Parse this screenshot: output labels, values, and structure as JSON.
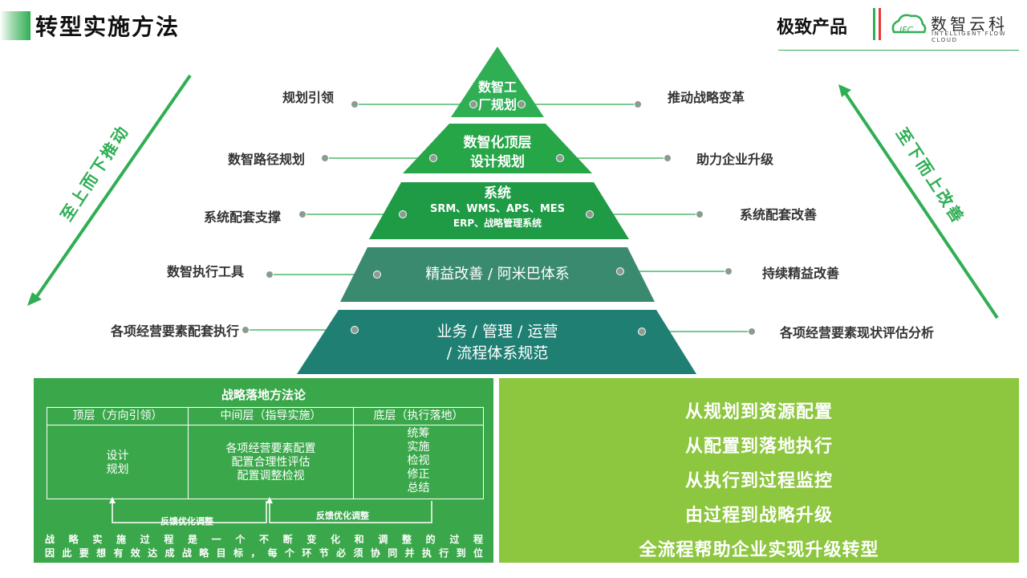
{
  "header": {
    "title": "转型实施方法",
    "product_label": "极致产品",
    "brand_name": "数智云科",
    "brand_sub": "INTELLIGENT FLOW CLOUD",
    "logo_text": "IFC"
  },
  "colors": {
    "accent": "#2fae54",
    "tier1": "#2fae54",
    "tier2": "#27a648",
    "tier3": "#1f9a45",
    "tier4": "#3a8a6f",
    "tier5": "#1f7f73",
    "panel_left": "#3aa84a",
    "panel_right": "#8dc63f"
  },
  "pyramid": {
    "tiers": [
      {
        "lines": [
          "数智工",
          "厂规划"
        ],
        "left_label": "规划引领",
        "right_label": "推动战略变革"
      },
      {
        "lines": [
          "数智化顶层",
          "设计规划"
        ],
        "left_label": "数智路径规划",
        "right_label": "助力企业升级"
      },
      {
        "lines": [
          "系统",
          "SRM、WMS、APS、MES",
          "ERP、战略管理系统"
        ],
        "left_label": "系统配套支撑",
        "right_label": "系统配套改善"
      },
      {
        "lines": [
          "精益改善 / 阿米巴体系"
        ],
        "left_label": "数智执行工具",
        "right_label": "持续精益改善"
      },
      {
        "lines": [
          "业务 / 管理 / 运营",
          "/ 流程体系规范"
        ],
        "left_label": "各项经营要素配套执行",
        "right_label": "各项经营要素现状评估分析"
      }
    ]
  },
  "arrows": {
    "left": "至上而下推动",
    "right": "至下而上改善"
  },
  "method": {
    "title": "战略落地方法论",
    "headers": [
      "顶层（方向引领）",
      "中间层（指导实施）",
      "底层（执行落地）"
    ],
    "top_cell": [
      "设计",
      "规划"
    ],
    "middle_cell": [
      "各项经营要素配置",
      "配置合理性评估",
      "配置调整检视"
    ],
    "bottom_cell": [
      "统筹",
      "实施",
      "检视",
      "修正",
      "总结"
    ],
    "feedback_1": "反馈优化调整",
    "feedback_2": "反馈优化调整",
    "footer_1": "战略实施过程是一个不断变化和调整的过程",
    "footer_2": "因此要想有效达成战略目标，每个环节必须协同并执行到位"
  },
  "flow": {
    "items": [
      "从规划到资源配置",
      "从配置到落地执行",
      "从执行到过程监控",
      "由过程到战略升级",
      "全流程帮助企业实现升级转型"
    ]
  }
}
